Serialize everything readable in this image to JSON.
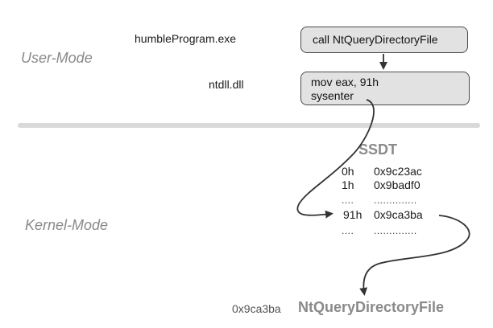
{
  "user_mode": {
    "label": "User-Mode",
    "program_label": "humbleProgram.exe",
    "program_call": "call NtQueryDirectoryFile",
    "dll_label": "ntdll.dll",
    "dll_line1": "mov eax, 91h",
    "dll_line2": "sysenter"
  },
  "kernel_mode": {
    "label": "Kernel-Mode"
  },
  "ssdt": {
    "title": "SSDT",
    "rows": [
      {
        "index": "0h",
        "address": "0x9c23ac"
      },
      {
        "index": "1h",
        "address": "0x9badf0"
      },
      {
        "index": "....",
        "address": ".............."
      },
      {
        "index": "91h",
        "address": "0x9ca3ba"
      },
      {
        "index": "....",
        "address": ".............."
      }
    ]
  },
  "target": {
    "address": "0x9ca3ba",
    "function": "NtQueryDirectoryFile"
  },
  "colors": {
    "box_fill": "#e2e2e2",
    "box_border": "#4a4a4a",
    "arrow": "#333333",
    "divider": "#d9d9d9",
    "muted_text": "#8a8a8a"
  }
}
